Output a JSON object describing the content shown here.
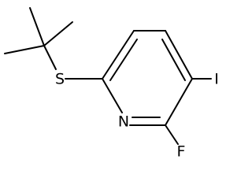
{
  "molecule": {
    "atoms": {
      "S": "S",
      "N": "N",
      "I": "I",
      "F": "F"
    }
  },
  "colors": {
    "bond": "#000000",
    "label": "#000000",
    "background": "#ffffff"
  }
}
